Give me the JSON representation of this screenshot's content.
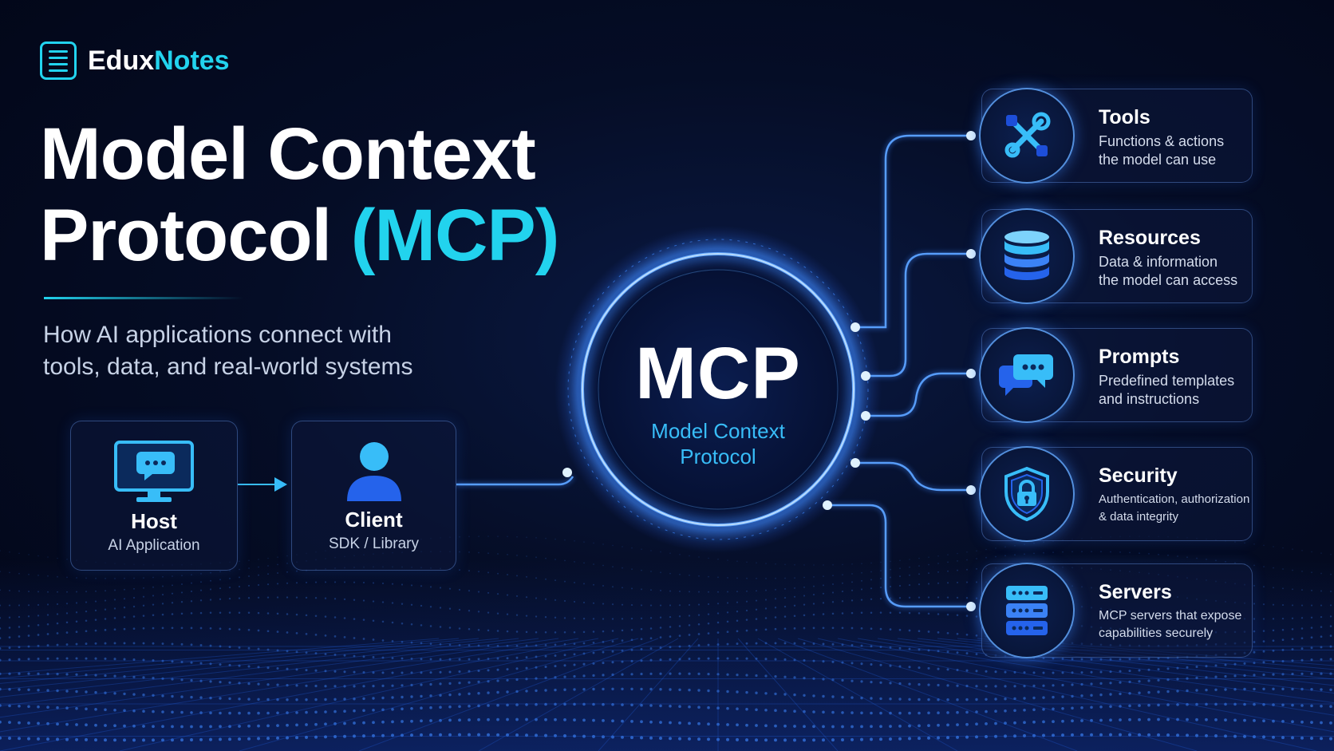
{
  "brand": {
    "name_part1": "Edux",
    "name_part2": "Notes"
  },
  "title": {
    "line1": "Model Context",
    "line2_main": "Protocol",
    "line2_accent": "(MCP)"
  },
  "subtitle": {
    "line1": "How AI applications connect with",
    "line2": "tools, data, and real-world systems"
  },
  "flow": {
    "host": {
      "title": "Host",
      "subtitle": "AI Application"
    },
    "client": {
      "title": "Client",
      "subtitle": "SDK / Library"
    }
  },
  "center": {
    "abbr": "MCP",
    "line1": "Model Context",
    "line2": "Protocol"
  },
  "features": [
    {
      "title": "Tools",
      "desc1": "Functions & actions",
      "desc2": "the model can use",
      "icon": "tools-icon"
    },
    {
      "title": "Resources",
      "desc1": "Data & information",
      "desc2": "the model can access",
      "icon": "database-icon"
    },
    {
      "title": "Prompts",
      "desc1": "Predefined templates",
      "desc2": "and instructions",
      "icon": "chat-icon"
    },
    {
      "title": "Security",
      "desc1": "Authentication, authorization",
      "desc2": "& data integrity",
      "icon": "shield-lock-icon"
    },
    {
      "title": "Servers",
      "desc1": "MCP servers that expose",
      "desc2": "capabilities securely",
      "icon": "server-icon"
    }
  ],
  "colors": {
    "accent": "#22d3ee",
    "glow": "#3b82f6",
    "background": "#020617"
  }
}
